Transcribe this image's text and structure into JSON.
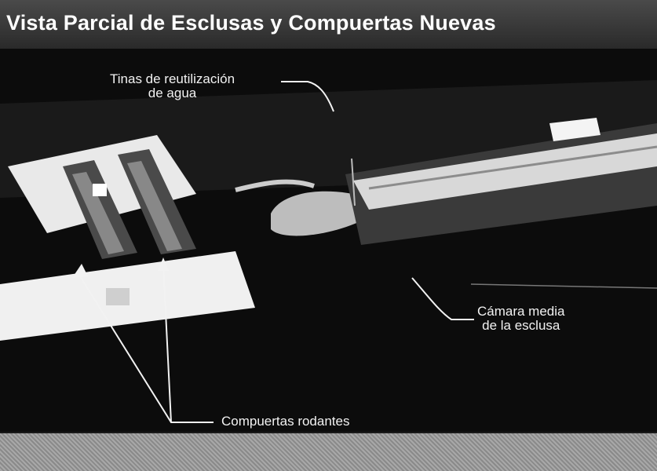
{
  "title": "Vista Parcial de Esclusas y Compuertas Nuevas",
  "callouts": {
    "tinas": {
      "line1": "Tinas de reutilización",
      "line2": "de agua"
    },
    "camara": {
      "line1": "Cámara media",
      "line2": "de la esclusa"
    },
    "compuertas": {
      "text": "Compuertas rodantes"
    }
  },
  "colors": {
    "background": "#0c0c0c",
    "text": "#f2f2f2",
    "structure": "#e6e6e6"
  }
}
